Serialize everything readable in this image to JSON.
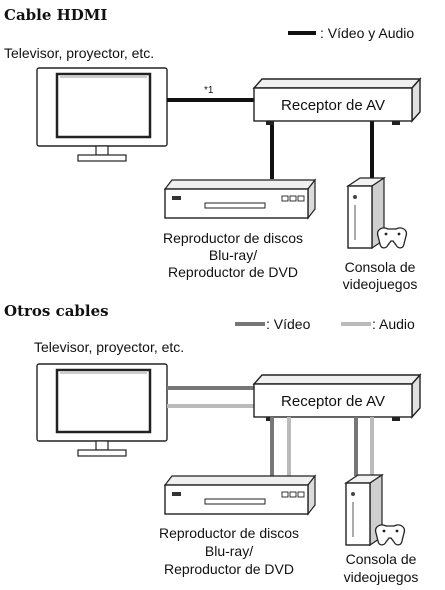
{
  "hdmi_section": {
    "heading": "Cable HDMI",
    "legend_label": ": Vídeo y Audio",
    "tv_label": "Televisor, proyector, etc.",
    "receiver_label": "Receptor de AV",
    "note_mark": "*1",
    "player_label_line1": "Reproductor de discos",
    "player_label_line2": "Blu-ray/",
    "player_label_line3": "Reproductor de DVD",
    "console_label_line1": "Consola de",
    "console_label_line2": "videojuegos"
  },
  "other_section": {
    "heading": "Otros cables",
    "legend_video_label": ": Vídeo",
    "legend_audio_label": ": Audio",
    "tv_label": "Televisor, proyector, etc.",
    "receiver_label": "Receptor de AV",
    "player_label_line1": "Reproductor de discos",
    "player_label_line2": "Blu-ray/",
    "player_label_line3": "Reproductor de DVD",
    "console_label_line1": "Consola de",
    "console_label_line2": "videojuegos"
  },
  "colors": {
    "hdmi_cable": "#111111",
    "video_cable": "#777777",
    "audio_cable": "#bbbbbb"
  }
}
